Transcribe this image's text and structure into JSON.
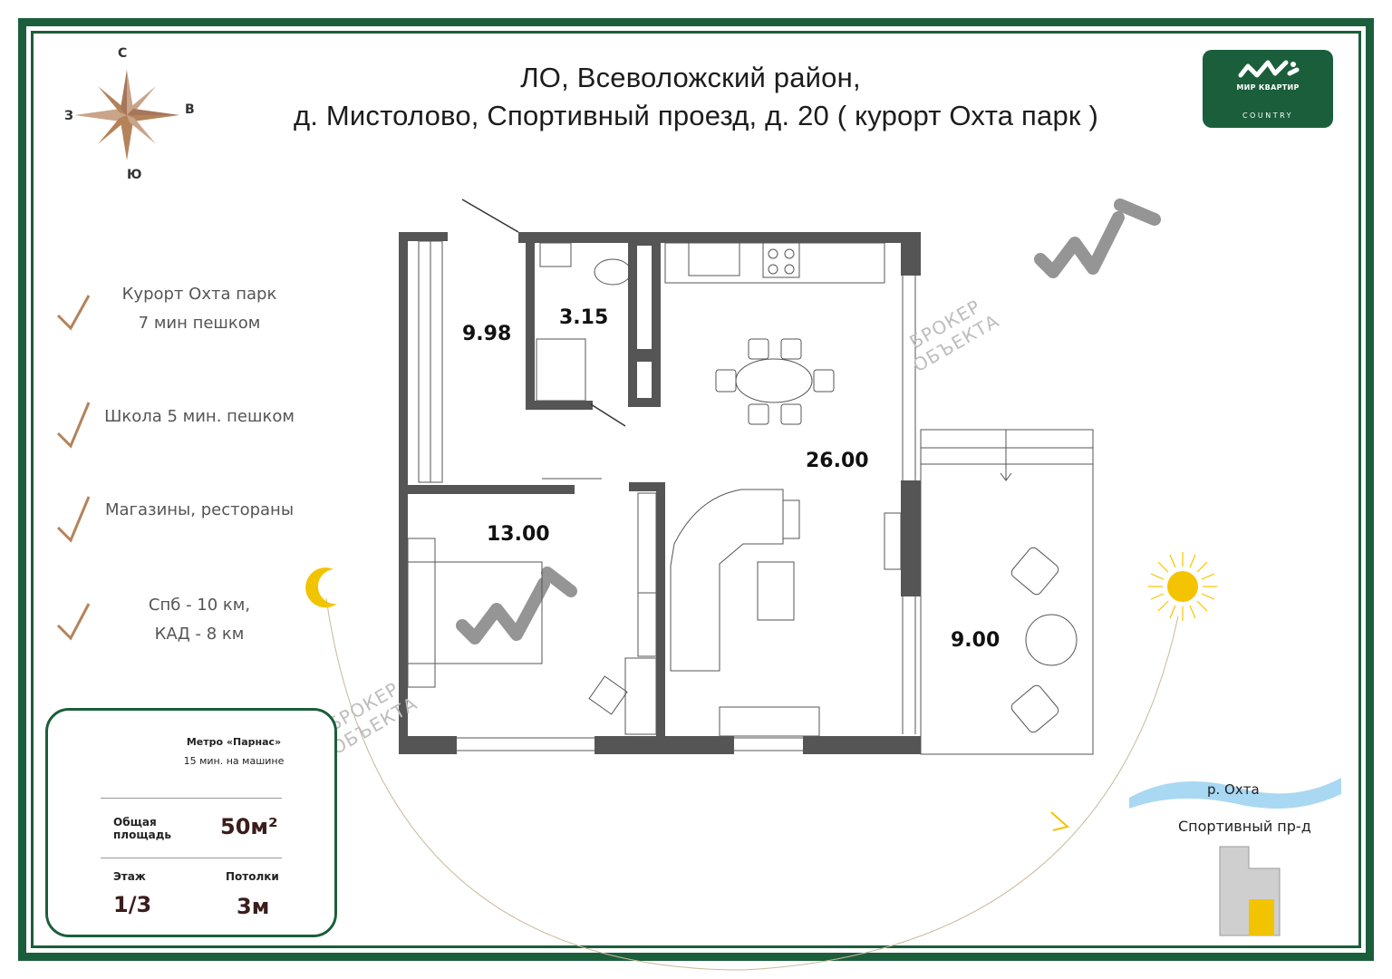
{
  "header": {
    "line1": "ЛО,  Всеволожский район,",
    "line2": "д. Мистолово,  Спортивный проезд, д. 20 ( курорт Охта парк )"
  },
  "compass": {
    "north": "С",
    "south": "Ю",
    "west": "З",
    "east": "В"
  },
  "logo": {
    "name": "МИР КВАРТИР",
    "sub": "COUNTRY"
  },
  "features": [
    {
      "line1": "Курорт Охта парк",
      "line2": "7 мин пешком"
    },
    {
      "line1": "Школа 5 мин. пешком"
    },
    {
      "line1": "Магазины, рестораны"
    },
    {
      "line1": "Спб - 10 км,",
      "line2": "КАД - 8 км"
    }
  ],
  "rooms": {
    "hall": "9.98",
    "bath": "3.15",
    "living": "26.00",
    "bedroom": "13.00",
    "terrace": "9.00"
  },
  "watermark": {
    "line1": "БРОКЕР",
    "line2": "ОБЪЕКТА"
  },
  "info": {
    "metro_name": "Метро «Парнас»",
    "metro_time": "15 мин. на машине",
    "area_label_1": "Общая",
    "area_label_2": "площадь",
    "area_value": "50м²",
    "floor_label": "Этаж",
    "floor_value": "1/3",
    "ceiling_label": "Потолки",
    "ceiling_value": "3м"
  },
  "map": {
    "river": "р. Охта",
    "street": "Спортивный пр-д"
  },
  "colors": {
    "frame": "#1b5e3b",
    "wall": "#555555",
    "accent_gold": "#b5835a",
    "sun": "#f5c400",
    "river": "#a9d8f2",
    "building_highlight": "#f2c400"
  }
}
